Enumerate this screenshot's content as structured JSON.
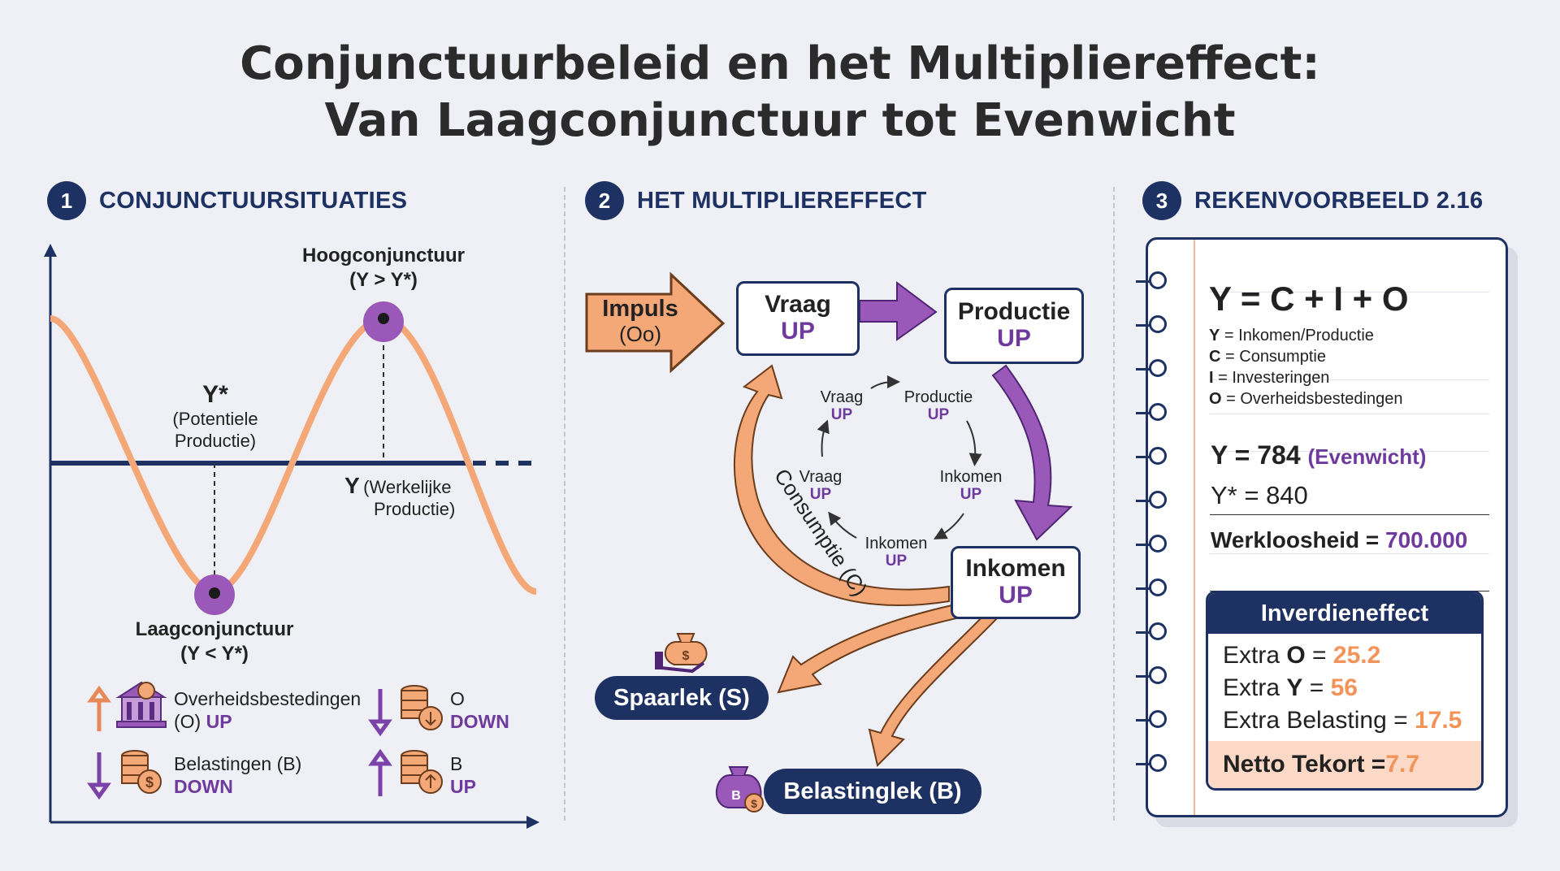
{
  "title_line1": "Conjunctuurbeleid en het Multipliereffect:",
  "title_line2": "Van Laagconjunctuur tot Evenwicht",
  "sections": [
    {
      "num": "1",
      "title": "CONJUNCTUURSITUATIES"
    },
    {
      "num": "2",
      "title": "HET MULTIPLIEREFFECT"
    },
    {
      "num": "3",
      "title": "REKENVOORBEELD 2.16"
    }
  ],
  "cycle": {
    "peak_label_1": "Hoogconjunctuur",
    "peak_label_2": "(Y > Y*)",
    "trough_label_1": "Laagconjunctuur",
    "trough_label_2": "(Y < Y*)",
    "ystar_symbol": "Y*",
    "ystar_text_1": "(Potentiele",
    "ystar_text_2": "Productie)",
    "y_symbol": "Y",
    "y_text_1": "(Werkelijke",
    "y_text_2": "Productie)"
  },
  "legend": [
    {
      "line1": "Overheidsbestedingen",
      "line2_prefix": "(O) ",
      "line2_dir": "UP",
      "icon": "government-building-icon",
      "arrow": "up"
    },
    {
      "line1": "O",
      "line2_prefix": "",
      "line2_dir": "DOWN",
      "icon": "coins-down-icon",
      "arrow": "down"
    },
    {
      "line1": "Belastingen (B)",
      "line2_prefix": "",
      "line2_dir": "DOWN",
      "icon": "tax-coins-icon",
      "arrow": "down"
    },
    {
      "line1": "B",
      "line2_prefix": "",
      "line2_dir": "UP",
      "icon": "coins-up-icon",
      "arrow": "up"
    }
  ],
  "multiplier": {
    "impulse_label": "Impuls",
    "impulse_sub": "(Oo)",
    "up": "UP",
    "vraag": "Vraag",
    "productie": "Productie",
    "inkomen": "Inkomen",
    "consumptie": "Consumptie (C)",
    "spaarlek": "Spaarlek (S)",
    "belastinglek": "Belastinglek (B)"
  },
  "calc": {
    "formula": "Y = C + I + O",
    "defs": [
      {
        "sym": "Y",
        "text": " = Inkomen/Productie"
      },
      {
        "sym": "C",
        "text": " = Consumptie"
      },
      {
        "sym": "I",
        "text": " = Investeringen"
      },
      {
        "sym": "O",
        "text": " = Overheidsbestedingen"
      }
    ],
    "equilibrium_prefix": "Y = 784 ",
    "equilibrium_note": "(Evenwicht)",
    "potential": "Y* = 840",
    "unemployment_label": "Werkloosheid = ",
    "unemployment_value": "700.000",
    "box_title": "Inverdieneffect",
    "extra_o_label": "Extra ",
    "extra_o_sym": "O",
    "extra_o_eq": " = ",
    "extra_o_value": "25.2",
    "extra_y_label": "Extra ",
    "extra_y_sym": "Y",
    "extra_y_eq": " = ",
    "extra_y_value": "56",
    "extra_b_label": "Extra Belasting = ",
    "extra_b_value": "17.5",
    "net_label": "Netto Tekort = ",
    "net_value": "7.7"
  },
  "colors": {
    "navy": "#1d3163",
    "purple": "#6f3a9e",
    "orange": "#f2935a",
    "light_orange": "#fbd9c6"
  }
}
